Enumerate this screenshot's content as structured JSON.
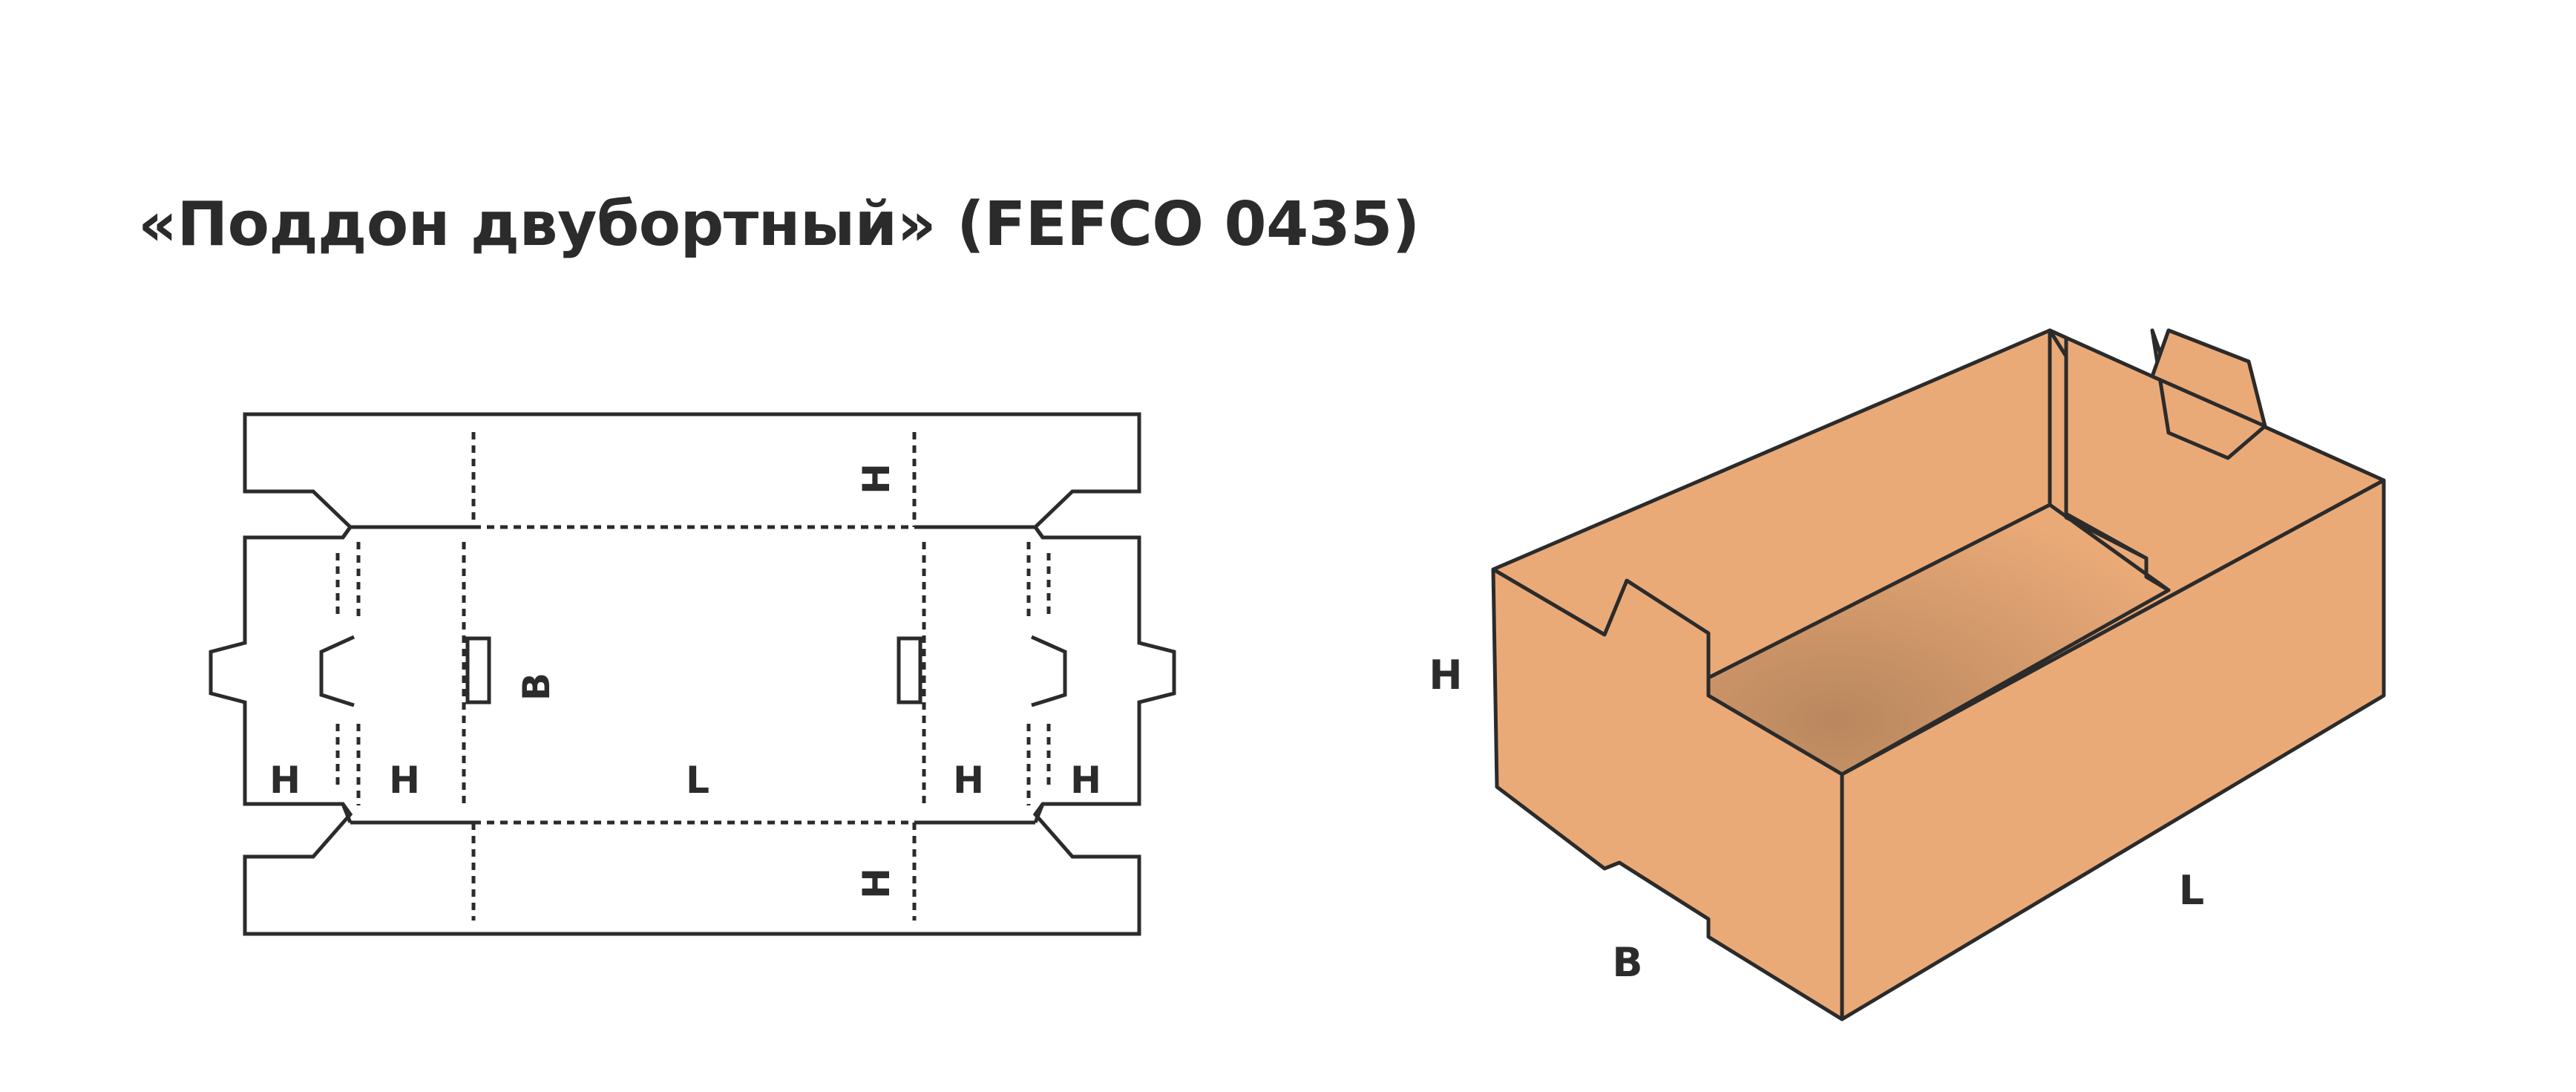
{
  "title": "«Поддон двубортный» (FEFCO 0435)",
  "colors": {
    "ink": "#2b2b2b",
    "cardboard": "#eaaa78",
    "cardboard_inner_shadow": "#b9875e",
    "background": "#ffffff"
  },
  "diagram": {
    "unfolded": {
      "labels": {
        "h_left_outer": "H",
        "h_left_inner": "H",
        "l_center": "L",
        "h_right_inner": "H",
        "h_right_outer": "H",
        "h_top": "H",
        "h_bottom": "H",
        "b_side": "B"
      }
    },
    "assembled": {
      "labels": {
        "h_height": "H",
        "b_width": "B",
        "l_length": "L"
      }
    }
  }
}
